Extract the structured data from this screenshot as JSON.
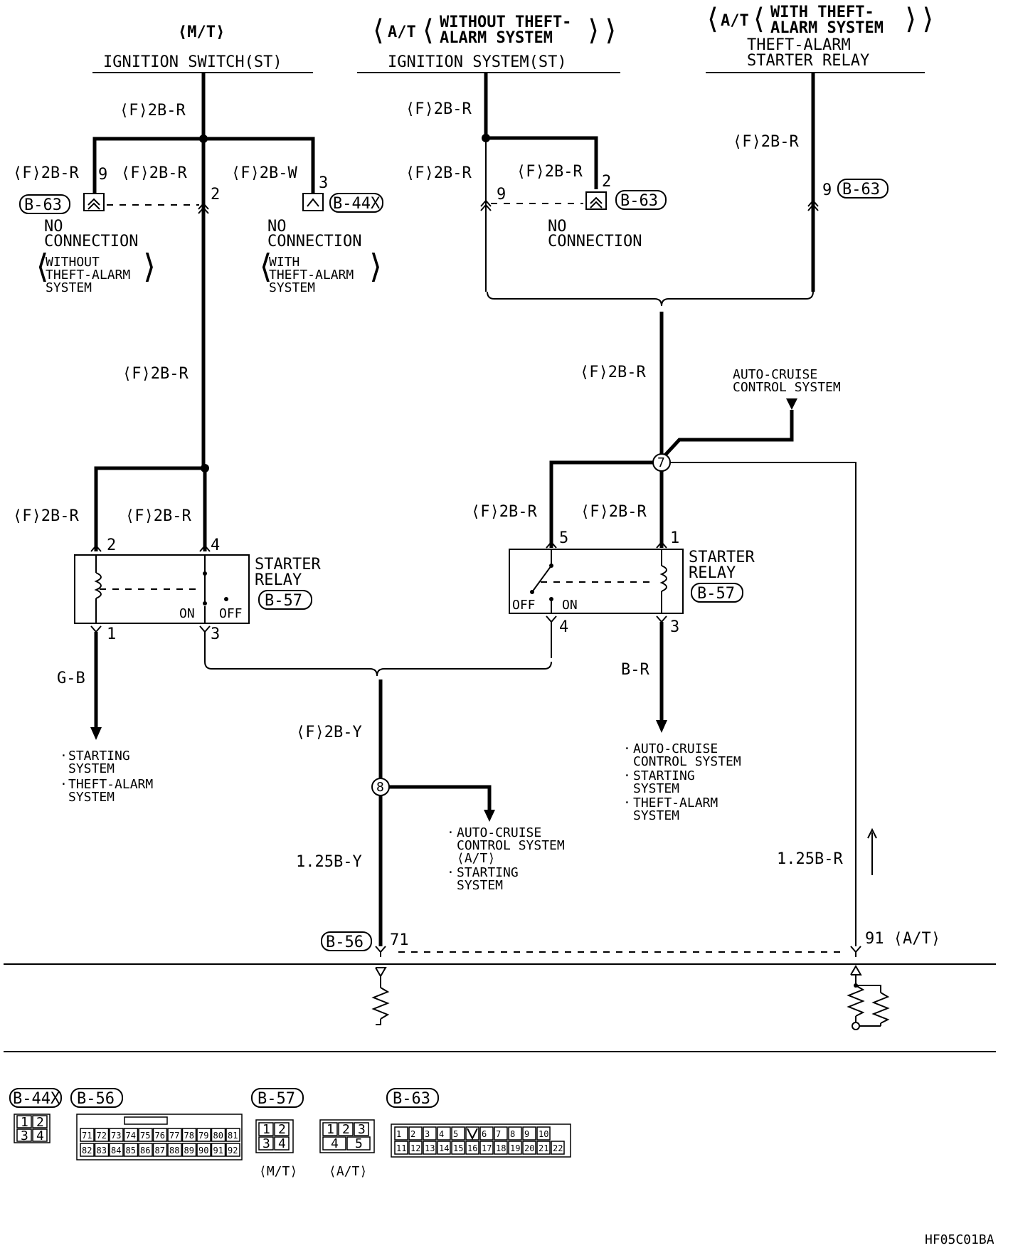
{
  "headers": {
    "mt_tag": "⟨M/T⟩",
    "mt_title": "IGNITION SWITCH(ST)",
    "at_without_tag": "⟨A/T⟨WITHOUT THEFT- ALARM SYSTEM⟩⟩",
    "at_without_l1": "WITHOUT THEFT-",
    "at_without_l2": "ALARM SYSTEM",
    "at_without_title": "IGNITION SYSTEM(ST)",
    "at_with_l1": "WITH THEFT-",
    "at_with_l2": "ALARM SYSTEM",
    "at_with_title1": "THEFT-ALARM",
    "at_with_title2": "STARTER RELAY",
    "at_prefix": "A/T"
  },
  "wires": {
    "f2br": "⟨F⟩2B-R",
    "f2bw": "⟨F⟩2B-W",
    "f2by": "⟨F⟩2B-Y",
    "gb": "G-B",
    "br": "B-R",
    "b125y": "1.25B-Y",
    "b125r": "1.25B-R"
  },
  "pins": {
    "p1": "1",
    "p2": "2",
    "p3": "3",
    "p4": "4",
    "p5": "5",
    "p9": "9",
    "p71": "71",
    "p91": "91 ⟨A/T⟩"
  },
  "connectors": {
    "b63": "B-63",
    "b44x": "B-44X",
    "b57": "B-57",
    "b56": "B-56"
  },
  "notes": {
    "no_conn_1": "NO",
    "no_conn_2": "CONNECTION",
    "without_1": "WITHOUT",
    "without_2": "THEFT-ALARM",
    "without_3": "SYSTEM",
    "with_1": "WITH",
    "with_2": "THEFT-ALARM",
    "with_3": "SYSTEM"
  },
  "relays": {
    "title1": "STARTER",
    "title2": "RELAY",
    "on": "ON",
    "off": "OFF"
  },
  "junctions": {
    "j7": "7",
    "j8": "8"
  },
  "destinations": {
    "acc_1": "AUTO-CRUISE",
    "acc_2": "CONTROL SYSTEM",
    "starting_1": "STARTING",
    "starting_2": "SYSTEM",
    "theft_1": "THEFT-ALARM",
    "theft_2": "SYSTEM",
    "at_tag": "⟨A/T⟩",
    "bullet": "·"
  },
  "connector_views": {
    "b44x_pins": [
      "1",
      "2",
      "3",
      "4"
    ],
    "b56_row1": [
      "71",
      "72",
      "73",
      "74",
      "75",
      "76",
      "77",
      "78",
      "79",
      "80",
      "81"
    ],
    "b56_row2": [
      "82",
      "83",
      "84",
      "85",
      "86",
      "87",
      "88",
      "89",
      "90",
      "91",
      "92"
    ],
    "b57_mt_pins": [
      "1",
      "2",
      "3",
      "4"
    ],
    "b57_at_pins": [
      "1",
      "2",
      "3",
      "4",
      "5"
    ],
    "b63_row1": [
      "1",
      "2",
      "3",
      "4",
      "5",
      "6",
      "7",
      "8",
      "9",
      "10"
    ],
    "b63_row2": [
      "11",
      "12",
      "13",
      "14",
      "15",
      "16",
      "17",
      "18",
      "19",
      "20",
      "21",
      "22"
    ],
    "mt_label": "⟨M/T⟩",
    "at_label": "⟨A/T⟩"
  },
  "figure_code": "HF05C01BA"
}
